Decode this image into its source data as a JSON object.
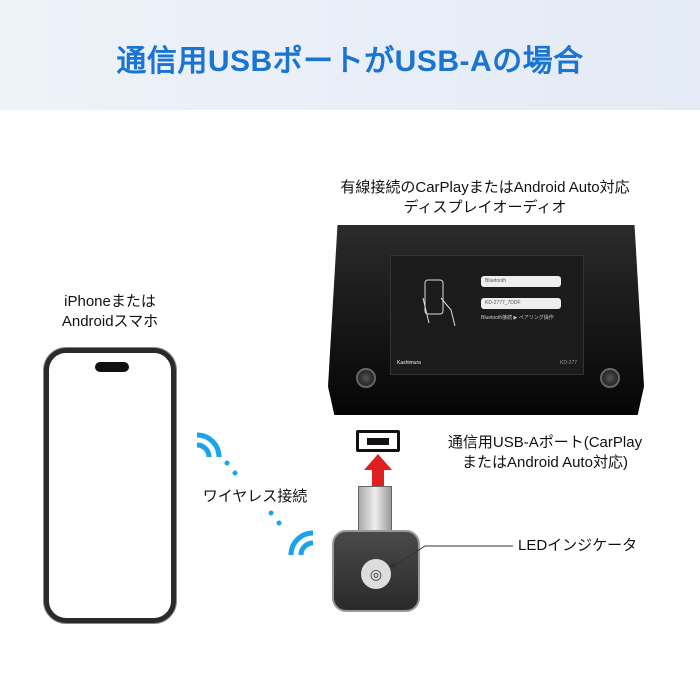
{
  "title": "通信用USBポートがUSB-Aの場合",
  "display_label": [
    "有線接続のCarPlayまたはAndroid Auto対応",
    "ディスプレイオーディオ"
  ],
  "phone_label": [
    "iPhoneまたは",
    "Androidスマホ"
  ],
  "port_label": [
    "通信用USB-Aポート(CarPlay",
    "またはAndroid Auto対応)"
  ],
  "wireless_label": "ワイヤレス接続",
  "led_label": "LEDインジケータ",
  "screen": {
    "bt": "Bluetooth",
    "device": "KD-2777_7DDF",
    "step1": "Bluetooth接続",
    "step2": "ペアリング操作",
    "brand": "Kashimura",
    "model": "KD-277"
  },
  "colors": {
    "title": "#1a74d2",
    "wireless": "#1aa3e8",
    "arrow": "#e02020"
  }
}
